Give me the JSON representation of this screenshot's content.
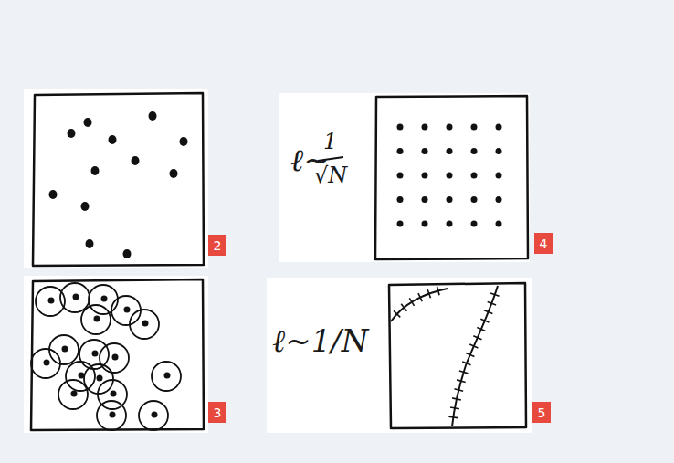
{
  "diagram": {
    "nodes": [
      {
        "text": [
          "2"
        ]
      },
      {
        "text": [
          "4"
        ]
      },
      {
        "text": [
          "3"
        ]
      },
      {
        "text": [
          "5"
        ]
      }
    ],
    "labels": [
      "ℓ~",
      "1",
      "√N",
      "ℓ~1/N"
    ]
  }
}
